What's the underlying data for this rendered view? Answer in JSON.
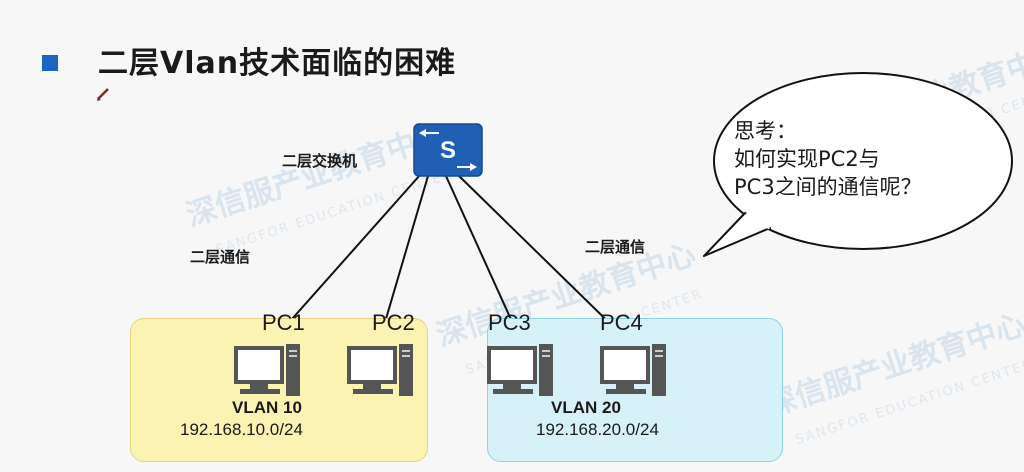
{
  "slide": {
    "title": "二层Vlan技术面临的困难",
    "accent_color": "#1f63c4"
  },
  "switch": {
    "icon_letter": "S",
    "label": "二层交换机",
    "color": "#1f5fb4"
  },
  "links": {
    "left_label": "二层通信",
    "right_label": "二层通信"
  },
  "pcs": [
    {
      "name": "PC1"
    },
    {
      "name": "PC2"
    },
    {
      "name": "PC3"
    },
    {
      "name": "PC4"
    }
  ],
  "vlans": [
    {
      "name": "VLAN 10",
      "subnet": "192.168.10.0/24",
      "color": "#fbf3b2"
    },
    {
      "name": "VLAN 20",
      "subnet": "192.168.20.0/24",
      "color": "#d7f1f8"
    }
  ],
  "thought_bubble": {
    "line1": "思考：",
    "line2": "如何实现PC2与",
    "line3": "PC3之间的通信呢？"
  },
  "watermark": {
    "cn": "深信服产业教育中心",
    "en": "SANGFOR EDUCATION CENTER"
  }
}
